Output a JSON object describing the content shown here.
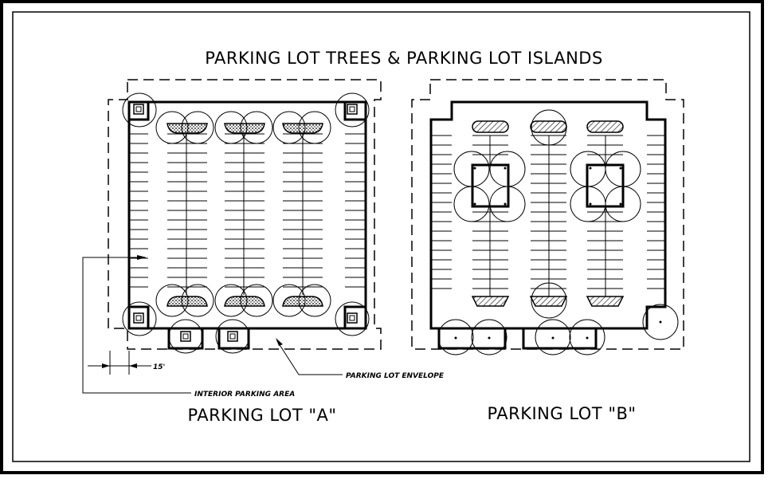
{
  "title": "PARKING LOT TREES & PARKING LOT ISLANDS",
  "lot_a": {
    "label": "PARKING LOT \"A\"",
    "callouts": {
      "envelope": "PARKING LOT ENVELOPE",
      "interior": "INTERIOR PARKING AREA",
      "dimension": "15'"
    }
  },
  "lot_b": {
    "label": "PARKING LOT \"B\""
  }
}
